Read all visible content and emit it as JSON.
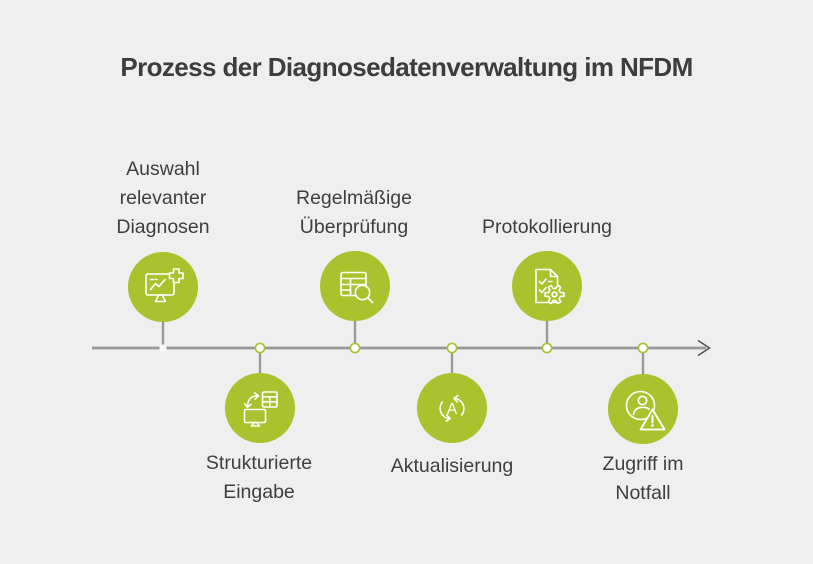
{
  "title": "Prozess der Diagnosedatenverwaltung im NFDM",
  "colors": {
    "background": "#efefef",
    "accent_green": "#a9c22e",
    "line_gray": "#999999",
    "node_fill": "#ffffff",
    "icon_stroke": "#ffffff",
    "title_text": "#3d3d3d",
    "label_text": "#3f3f3f"
  },
  "timeline": {
    "type": "horizontal-process-timeline",
    "arrow_direction": "right",
    "node_count": 5
  },
  "steps": [
    {
      "label": "Auswahl\nrelevanter\nDiagnosen",
      "position": "above",
      "icon": "monitor-chart-plus-icon"
    },
    {
      "label": "Strukturierte\nEingabe",
      "position": "below",
      "icon": "monitor-sync-table-icon"
    },
    {
      "label": "Regelmäßige\nÜberprüfung",
      "position": "above",
      "icon": "table-magnifier-icon"
    },
    {
      "label": "Aktualisierung",
      "position": "below",
      "icon": "refresh-cycle-icon",
      "icon_letter": "A"
    },
    {
      "label": "Protokollierung",
      "position": "above",
      "icon": "document-checklist-gear-icon"
    },
    {
      "label": "Zugriff im\nNotfall",
      "position": "below",
      "icon": "person-warning-icon"
    }
  ]
}
